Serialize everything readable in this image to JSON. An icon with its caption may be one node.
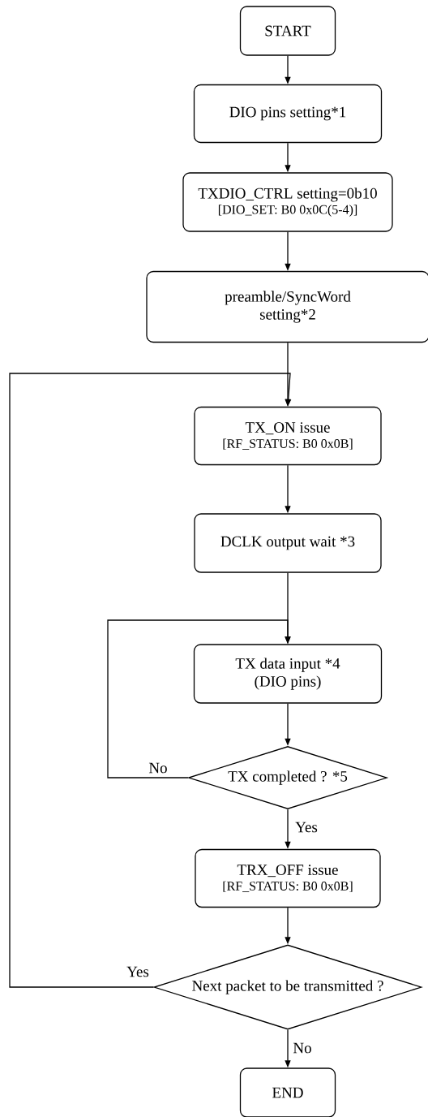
{
  "diagram": {
    "nodes": [
      {
        "text": [
          "START"
        ]
      },
      {
        "text": [
          "DIO pins setting*1"
        ]
      },
      {
        "text": [
          "TXDIO_CTRL setting=0b10",
          "[DIO_SET: B0 0x0C(5-4)]"
        ]
      },
      {
        "text": [
          "preamble/SyncWord setting*2"
        ]
      },
      {
        "text": [
          "TX_ON issue",
          "[RF_STATUS: B0 0x0B]"
        ]
      },
      {
        "text": [
          "DCLK output wait *3"
        ]
      },
      {
        "text": [
          "TX data input *4 (DIO pins)"
        ]
      },
      {
        "text": [
          "TX completed ? *5"
        ]
      },
      {
        "text": [
          "TRX_OFF issue",
          "[RF_STATUS: B0 0x0B]"
        ]
      },
      {
        "text": [
          "Next packet to be transmitted ?"
        ]
      },
      {
        "text": [
          "END"
        ]
      }
    ],
    "edges": [
      {
        "from": 0,
        "to": 1,
        "arrow": "to"
      },
      {
        "from": 1,
        "to": 2,
        "arrow": "to"
      },
      {
        "from": 2,
        "to": 3,
        "arrow": "to"
      },
      {
        "from": 3,
        "to": 4,
        "arrow": "to"
      },
      {
        "from": 4,
        "to": 5,
        "arrow": "to"
      },
      {
        "from": 5,
        "to": 6,
        "arrow": "to"
      },
      {
        "from": 6,
        "to": 7,
        "arrow": "to"
      },
      {
        "from": 7,
        "to": 6,
        "arrow": "to",
        "label": "No"
      },
      {
        "from": 7,
        "to": 8,
        "arrow": "to",
        "label": "Yes"
      },
      {
        "from": 8,
        "to": 9,
        "arrow": "to"
      },
      {
        "from": 9,
        "to": 4,
        "arrow": "to",
        "label": "Yes"
      },
      {
        "from": 9,
        "to": 10,
        "arrow": "to",
        "label": "No"
      }
    ]
  }
}
